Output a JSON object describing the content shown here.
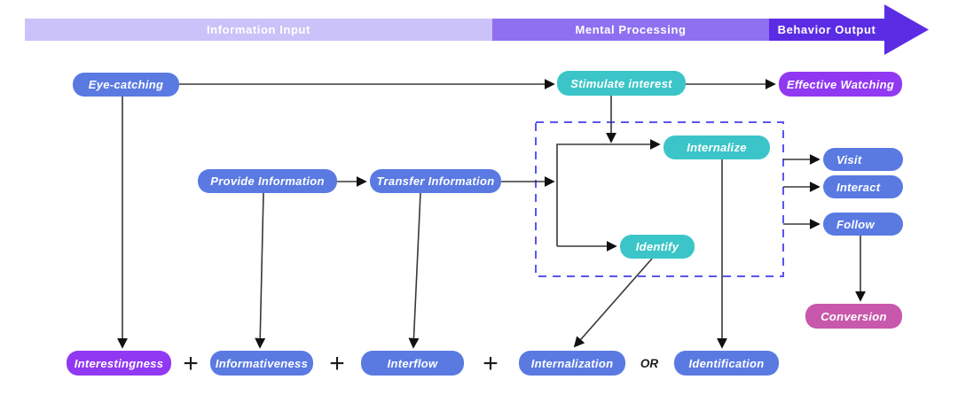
{
  "banner": {
    "segments": [
      {
        "label": "Information Input"
      },
      {
        "label": "Mental Processing"
      },
      {
        "label": "Behavior Output"
      }
    ]
  },
  "nodes": {
    "eye_catching": {
      "label": "Eye-catching"
    },
    "stimulate_interest": {
      "label": "Stimulate interest"
    },
    "effective_watching": {
      "label": "Effective Watching"
    },
    "provide_information": {
      "label": "Provide Information"
    },
    "transfer_information": {
      "label": "Transfer Information"
    },
    "internalize": {
      "label": "Internalize"
    },
    "identify": {
      "label": "Identify"
    },
    "visit": {
      "label": "Visit"
    },
    "interact": {
      "label": "Interact"
    },
    "follow": {
      "label": "Follow"
    },
    "conversion": {
      "label": "Conversion"
    },
    "interestingness": {
      "label": "Interestingness"
    },
    "informativeness": {
      "label": "Informativeness"
    },
    "interflow": {
      "label": "Interflow"
    },
    "internalization": {
      "label": "Internalization"
    },
    "identification": {
      "label": "Identification"
    }
  },
  "operators": [
    {
      "label": "+"
    },
    {
      "label": "+"
    },
    {
      "label": "+"
    },
    {
      "label": "OR"
    }
  ],
  "colors": {
    "blue": "#5a7ae2",
    "teal": "#3cc5c8",
    "purple": "#9138f2",
    "pink": "#c858ab",
    "banner_light": "#cac2f8",
    "banner_mid": "#8e70f0",
    "banner_dark": "#5c2ce4",
    "dashed_box": "#5a55f0",
    "connector": "#383838"
  }
}
